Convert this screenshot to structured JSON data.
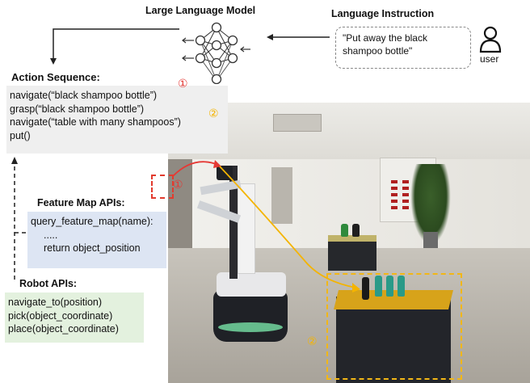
{
  "header": {
    "llm_title": "Large Language Model",
    "instruction_title": "Language Instruction",
    "instruction_text_line1": "\"Put away the black",
    "instruction_text_line2": "shampoo bottle\"",
    "user_label": "user"
  },
  "action_sequence": {
    "title": "Action Sequence:",
    "lines": [
      "navigate(“black shampoo bottle”)",
      "grasp(“black shampoo bottle”)",
      "navigate(“table with many shampoos”)",
      "put()"
    ],
    "marker1": "①",
    "marker2": "②"
  },
  "feature_map_apis": {
    "title": "Feature Map APIs:",
    "lines": [
      "query_feature_map(name):",
      ".....",
      "return object_position"
    ]
  },
  "robot_apis": {
    "title": "Robot APIs:",
    "lines": [
      "navigate_to(position)",
      "pick(object_coordinate)",
      "place(object_coordinate)"
    ]
  },
  "photo_markers": {
    "marker1": "①",
    "marker2": "②"
  },
  "colors": {
    "marker1": "#e53935",
    "marker2": "#f4b400",
    "feature_bg": "#dde5f3",
    "robot_bg": "#e3f1de",
    "code_bg": "#efefef"
  },
  "icons": [
    "neural-network-icon",
    "user-icon",
    "arrow-left-icon",
    "arrow-down-icon",
    "arrow-up-icon"
  ]
}
